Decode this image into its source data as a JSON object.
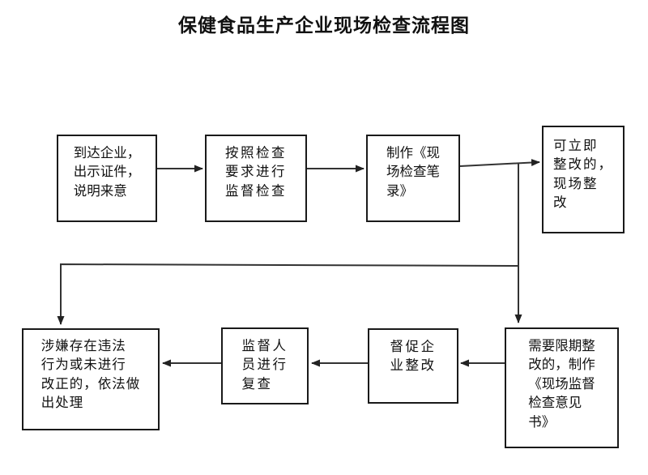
{
  "title": "保健食品生产企业现场检查流程图",
  "diagram": {
    "type": "flowchart",
    "orientation": "left-to-right then right-to-left",
    "nodes": [
      {
        "id": "n1",
        "label": "到达企业，\n出示证件，\n说明来意"
      },
      {
        "id": "n2",
        "label": "按照检查\n要求进行\n监督检查"
      },
      {
        "id": "n3",
        "label": "制作《现\n场检查笔\n录》"
      },
      {
        "id": "n4",
        "label": "可立即\n整改的，\n现场整\n改"
      },
      {
        "id": "n5",
        "label": "需要限期整\n改的，制作\n《现场监督\n检查意见\n书》"
      },
      {
        "id": "n6",
        "label": "督促企\n业整改"
      },
      {
        "id": "n7",
        "label": "监督人\n员进行\n复查"
      },
      {
        "id": "n8",
        "label": "涉嫌存在违法\n行为或未进行\n改正的，依法做\n出处理"
      }
    ],
    "edges": [
      {
        "from": "n1",
        "to": "n2",
        "kind": "arrow-right"
      },
      {
        "from": "n2",
        "to": "n3",
        "kind": "arrow-right"
      },
      {
        "from": "n3",
        "to": "n4",
        "kind": "arrow-right"
      },
      {
        "from": "n3",
        "to": "n5",
        "kind": "branch-down"
      },
      {
        "from": "n5",
        "to": "n6",
        "kind": "arrow-left"
      },
      {
        "from": "n6",
        "to": "n7",
        "kind": "arrow-left"
      },
      {
        "from": "n7",
        "to": "n8",
        "kind": "arrow-left"
      },
      {
        "from": "n4",
        "to": "n8",
        "kind": "branch-down-left"
      }
    ],
    "colors": {
      "stroke": "#1a1a1a",
      "edge": "#333333",
      "background": "#ffffff",
      "text": "#111111"
    }
  }
}
